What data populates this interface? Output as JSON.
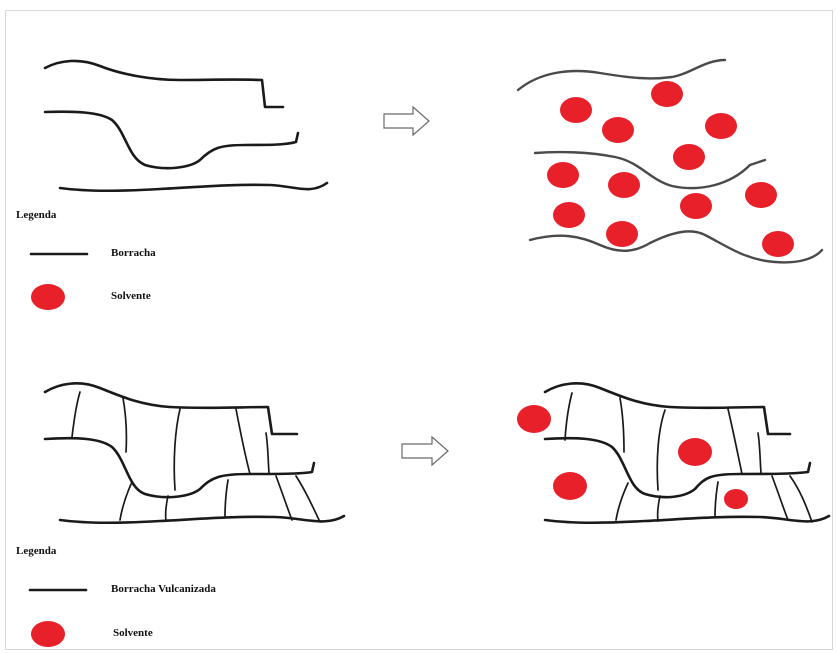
{
  "top_panel": {
    "legend": {
      "title": "Legenda",
      "rubber_label": "Borracha",
      "solvent_label": "Solvente"
    }
  },
  "bottom_panel": {
    "legend": {
      "title": "Legenda",
      "rubber_label": "Borracha Vulcanizada",
      "solvent_label": "Solvente"
    }
  },
  "colors": {
    "rubber_line": "#1a1a1a",
    "solvent": "#e8202a",
    "arrow_outline": "#6a6a6a"
  }
}
